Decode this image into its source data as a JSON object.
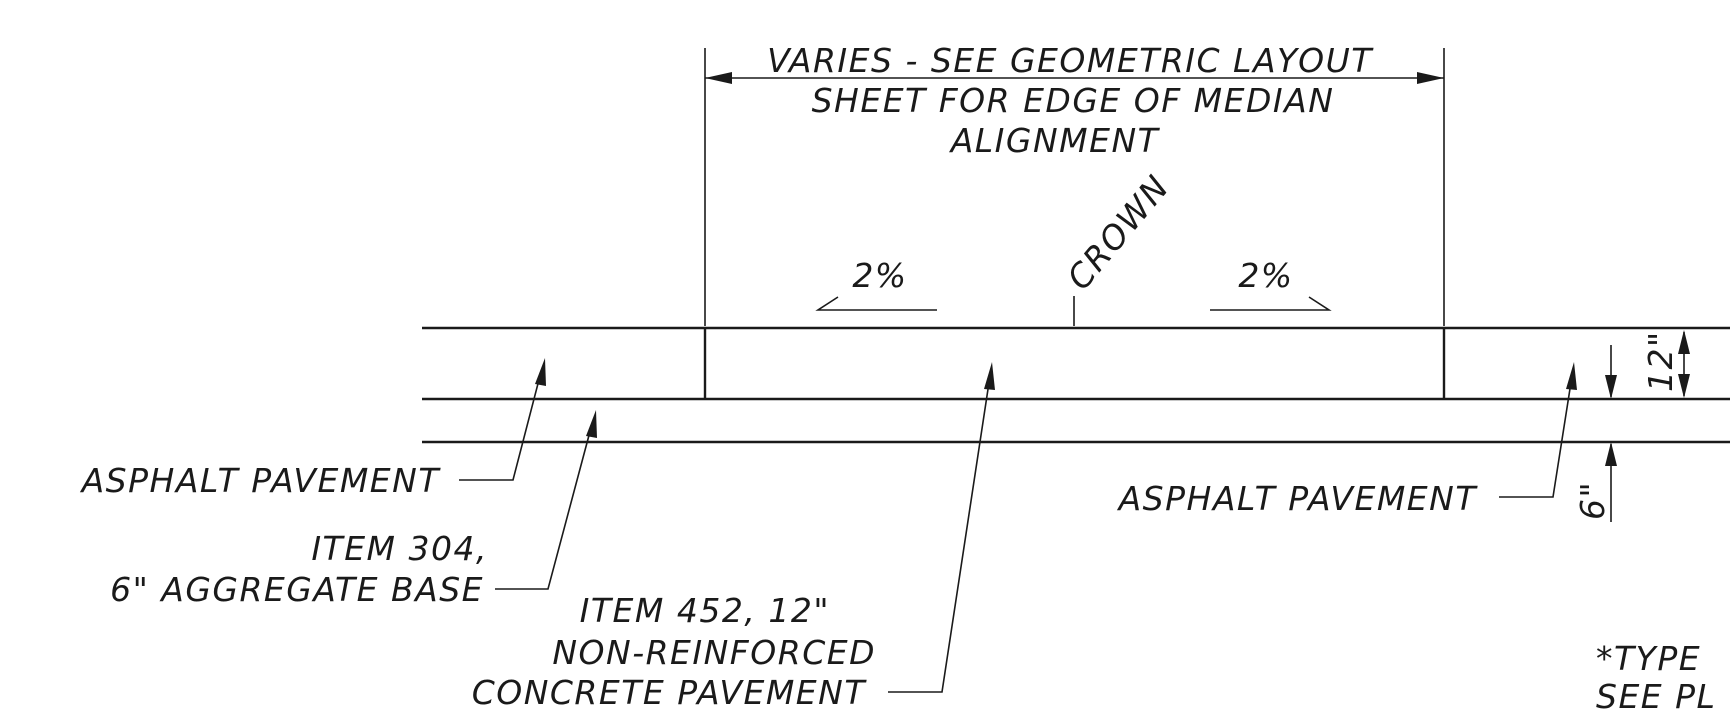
{
  "dimension": {
    "line1": "VARIES - SEE GEOMETRIC LAYOUT",
    "line2": "SHEET FOR EDGE OF MEDIAN",
    "line3": "ALIGNMENT"
  },
  "crown_label": "CROWN",
  "slope_left": "2%",
  "slope_right": "2%",
  "thickness_top": "12\"",
  "thickness_bottom": "6\"",
  "labels": {
    "asphalt_left": "ASPHALT PAVEMENT",
    "asphalt_right": "ASPHALT PAVEMENT",
    "base_line1": "ITEM 304,",
    "base_line2": "6\" AGGREGATE BASE",
    "concrete_line1": "ITEM 452, 12\"",
    "concrete_line2": "NON-REINFORCED",
    "concrete_line3": "CONCRETE PAVEMENT"
  },
  "note": {
    "line1": "*TYPE",
    "line2": "SEE PL"
  }
}
